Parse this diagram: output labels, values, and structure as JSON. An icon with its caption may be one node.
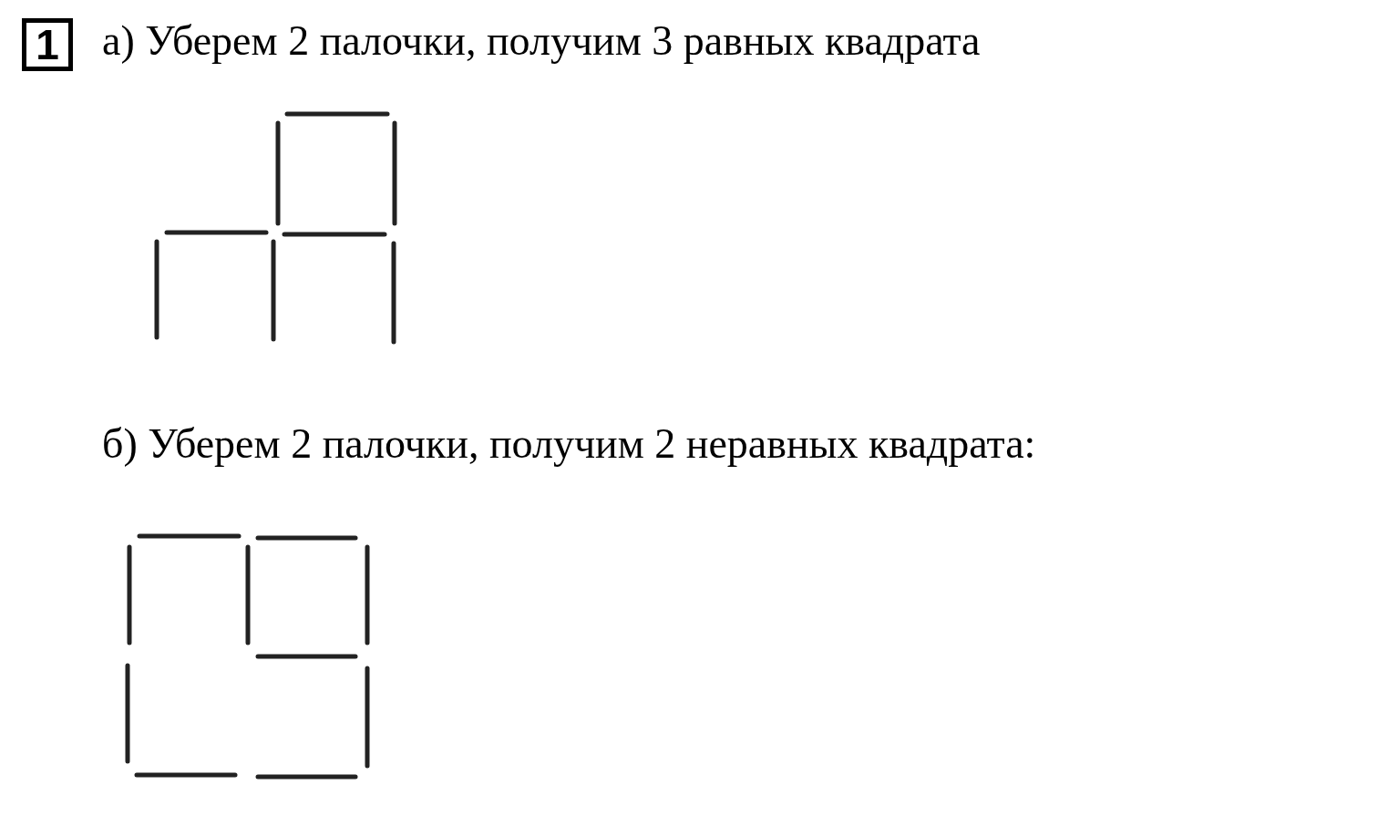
{
  "diagram": {
    "labels": [
      "1",
      "а) Уберем 2 палочки, получим 3 равных квадрата",
      "б) Уберем 2 палочки, получим 2 неравных квадрата:"
    ]
  }
}
